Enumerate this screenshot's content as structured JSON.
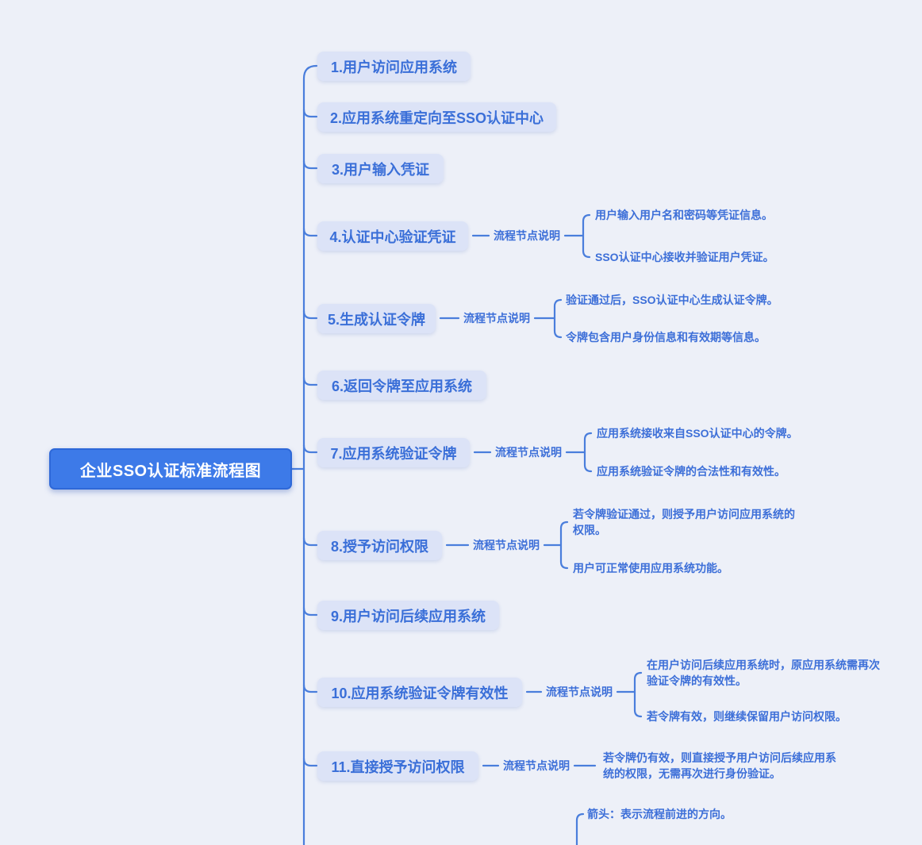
{
  "root": {
    "label": "企业SSO认证标准流程图"
  },
  "detail_label": "流程节点说明",
  "nodes": [
    {
      "label": "1.用户访问应用系统",
      "details": []
    },
    {
      "label": "2.应用系统重定向至SSO认证中心",
      "details": []
    },
    {
      "label": "3.用户输入凭证",
      "details": []
    },
    {
      "label": "4.认证中心验证凭证",
      "details": [
        "用户输入用户名和密码等凭证信息。",
        "SSO认证中心接收并验证用户凭证。"
      ]
    },
    {
      "label": "5.生成认证令牌",
      "details": [
        "验证通过后，SSO认证中心生成认证令牌。",
        "令牌包含用户身份信息和有效期等信息。"
      ]
    },
    {
      "label": "6.返回令牌至应用系统",
      "details": []
    },
    {
      "label": "7.应用系统验证令牌",
      "details": [
        "应用系统接收来自SSO认证中心的令牌。",
        "应用系统验证令牌的合法性和有效性。"
      ]
    },
    {
      "label": "8.授予访问权限",
      "details": [
        "若令牌验证通过，则授予用户访问应用系统的权限。",
        "用户可正常使用应用系统功能。"
      ]
    },
    {
      "label": "9.用户访问后续应用系统",
      "details": []
    },
    {
      "label": "10.应用系统验证令牌有效性",
      "details": [
        "在用户访问后续应用系统时，原应用系统需再次验证令牌的有效性。",
        "若令牌有效，则继续保留用户访问权限。"
      ]
    },
    {
      "label": "11.直接授予访问权限",
      "details": [
        "若令牌仍有效，则直接授予用户访问后续应用系统的权限，无需再次进行身份验证。"
      ]
    }
  ],
  "legend": {
    "first_item": "箭头：表示流程前进的方向。"
  },
  "colors": {
    "background": "#edf0f8",
    "root_fill": "#3d7ae8",
    "root_border": "#2e68d8",
    "node_fill": "#dce3f7",
    "text_blue": "#3d6fd8",
    "line": "#4a7edc"
  }
}
